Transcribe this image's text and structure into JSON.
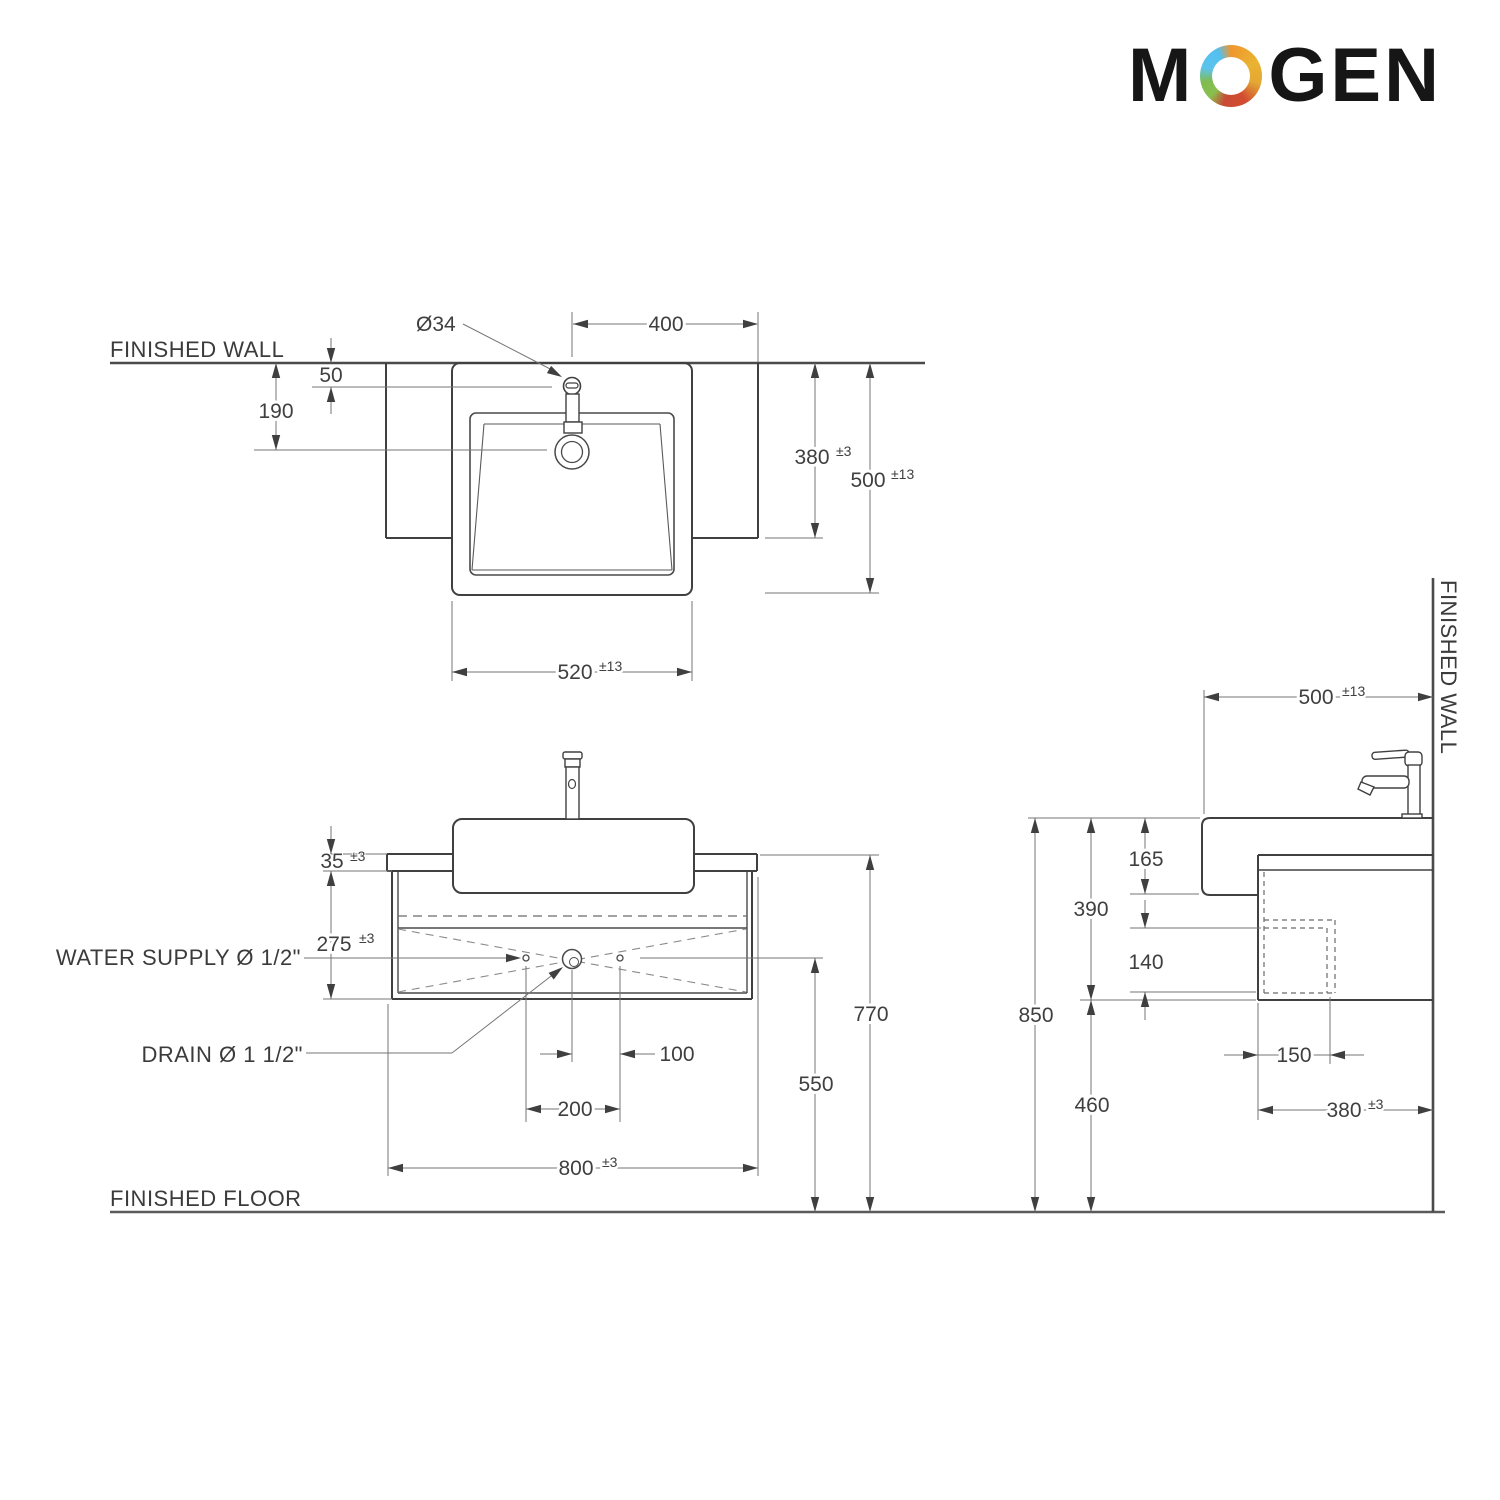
{
  "logo": {
    "letter_m": "M",
    "letters_gen": "GEN",
    "ring_colors": [
      "#f0962e",
      "#eab331",
      "#d24c30",
      "#8abf4d",
      "#5cc3ee"
    ]
  },
  "top_view": {
    "wall_label": "FINISHED WALL",
    "faucet_hole_dia": "Ø34",
    "dim_400": "400",
    "dim_50": "50",
    "dim_190": "190",
    "dim_380": {
      "value": "380",
      "tol": "±3"
    },
    "dim_500": {
      "value": "500",
      "tol": "±13"
    },
    "dim_520": {
      "value": "520",
      "tol": "±13"
    }
  },
  "front_view": {
    "dim_35": {
      "value": "35",
      "tol": "±3"
    },
    "dim_275": {
      "value": "275",
      "tol": "±3"
    },
    "water_supply_label": "WATER SUPPLY Ø 1/2\"",
    "drain_label": "DRAIN Ø 1 1/2\"",
    "dim_100": "100",
    "dim_200": "200",
    "dim_800": {
      "value": "800",
      "tol": "±3"
    },
    "dim_550": "550",
    "dim_770": "770",
    "floor_label": "FINISHED FLOOR"
  },
  "side_view": {
    "wall_label": "FINISHED WALL",
    "dim_500": {
      "value": "500",
      "tol": "±13"
    },
    "dim_165": "165",
    "dim_390": "390",
    "dim_140": "140",
    "dim_850": "850",
    "dim_460": "460",
    "dim_150": "150",
    "dim_380": {
      "value": "380",
      "tol": "±3"
    }
  }
}
